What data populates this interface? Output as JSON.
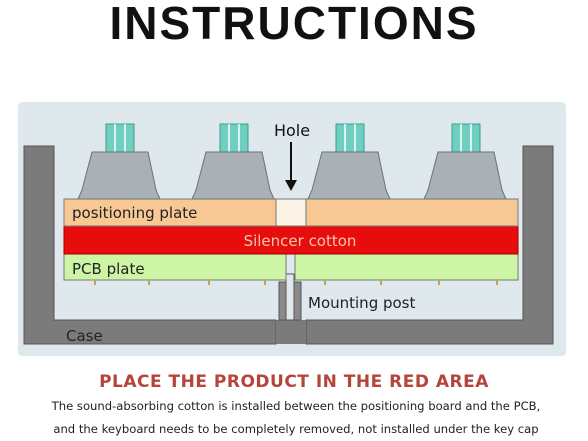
{
  "header": {
    "title": "INSTRUCTIONS"
  },
  "diagram": {
    "labels": {
      "hole": "Hole",
      "positioning_plate": "positioning plate",
      "silencer_cotton": "Silencer cotton",
      "pcb_plate": "PCB plate",
      "mounting_post": "Mounting post",
      "case": "Case"
    },
    "colors": {
      "background": "#dfe8ec",
      "case": "#7b7b7b",
      "positioning_plate": "#f8c894",
      "silencer_cotton": "#e80d0d",
      "pcb_plate": "#cdf5a5",
      "keycap": "#a9b1b6",
      "stem": "#6fcfc0"
    }
  },
  "footer": {
    "heading": "PLACE THE PRODUCT IN THE RED AREA",
    "heading_color": "#b5443a",
    "description_line1": "The sound-absorbing cotton is installed between the positioning board and the PCB,",
    "description_line2": "and the keyboard needs to be completely removed, not installed under the key cap"
  }
}
